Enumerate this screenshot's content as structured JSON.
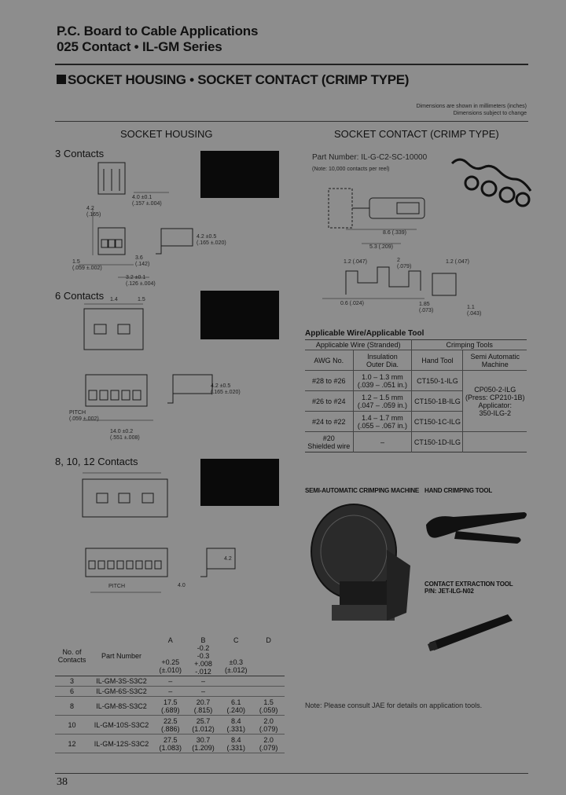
{
  "header": {
    "line1": "P.C. Board to Cable Applications",
    "line2": "025 Contact • IL-GM Series"
  },
  "section_title": "SOCKET HOUSING • SOCKET CONTACT (CRIMP TYPE)",
  "dim_note": {
    "line1": "Dimensions are shown in millimeters (inches)",
    "line2": "Dimensions subject to change"
  },
  "left": {
    "heading": "SOCKET HOUSING",
    "blocks": [
      {
        "label": "3 Contacts"
      },
      {
        "label": "6 Contacts"
      },
      {
        "label": "8, 10, 12 Contacts"
      }
    ],
    "dims3": {
      "a": "4.0 ±0.1",
      "a_in": "(.157 ±.004)",
      "b": "4.2",
      "b_in": "(.165)",
      "c": "4.2 ±0.5",
      "c_in": "(.165 ±.020)",
      "d": "3.6",
      "d_in": "(.142)",
      "pitch": "1.5",
      "pitch_in": "(.059 ±.002)",
      "e": "3.2 ±0.1",
      "e_in": "(.126 ±.004)"
    },
    "dims6": {
      "a": "1.4",
      "b": "1.5",
      "pitch": "PITCH",
      "pitch_val": "(.059 ±.002)",
      "c": "4.2 ±0.5",
      "c_in": "(.165 ±.020)",
      "d": "14.0 ±0.2",
      "d_in": "(.551 ±.008)"
    },
    "dims8": {
      "pitch": "PITCH",
      "a": "4.0",
      "b": "4.2"
    },
    "table": {
      "head_cols": [
        "No. of Contacts",
        "Part Number",
        "A",
        "B",
        "C",
        "D"
      ],
      "sub_a": [
        "+0.25",
        "(±.010)"
      ],
      "sub_b": [
        "-0.2",
        "-0.3",
        "+.008",
        "-.012"
      ],
      "sub_c": [
        "±0.3",
        "(±.012)"
      ],
      "rows": [
        {
          "n": "3",
          "pn": "IL-GM-3S-S3C2",
          "a": "–",
          "a2": "",
          "b": "–",
          "b2": "",
          "c": "",
          "c2": "",
          "d": "",
          "d2": ""
        },
        {
          "n": "6",
          "pn": "IL-GM-6S-S3C2",
          "a": "–",
          "a2": "",
          "b": "–",
          "b2": "",
          "c": "",
          "c2": "",
          "d": "",
          "d2": ""
        },
        {
          "n": "8",
          "pn": "IL-GM-8S-S3C2",
          "a": "17.5",
          "a2": "(.689)",
          "b": "20.7",
          "b2": "(.815)",
          "c": "6.1",
          "c2": "(.240)",
          "d": "1.5",
          "d2": "(.059)"
        },
        {
          "n": "10",
          "pn": "IL-GM-10S-S3C2",
          "a": "22.5",
          "a2": "(.886)",
          "b": "25.7",
          "b2": "(1.012)",
          "c": "8.4",
          "c2": "(.331)",
          "d": "2.0",
          "d2": "(.079)"
        },
        {
          "n": "12",
          "pn": "IL-GM-12S-S3C2",
          "a": "27.5",
          "a2": "(1.083)",
          "b": "30.7",
          "b2": "(1.209)",
          "c": "8.4",
          "c2": "(.331)",
          "d": "2.0",
          "d2": "(.079)"
        }
      ]
    }
  },
  "right": {
    "heading": "SOCKET CONTACT (CRIMP TYPE)",
    "part_number": "Part Number: IL-G-C2-SC-10000",
    "part_note": "(Note: 10,000 contacts per reel)",
    "dims": {
      "a": "8.6 (.339)",
      "b": "5.3 (.209)",
      "c": "2",
      "c_in": "(.079)",
      "d": "1.2 (.047)",
      "e": "1.2 (.047)",
      "f": "0.6 (.024)",
      "g": "1.85",
      "g_in": "(.073)",
      "h": "1.1",
      "h_in": "(.043)"
    },
    "wire_tool": {
      "title": "Applicable Wire/Applicable Tool",
      "head_wire": "Applicable Wire (Stranded)",
      "head_tool": "Crimping Tools",
      "col_awg": "AWG No.",
      "col_ins": [
        "Insulation",
        "Outer Dia."
      ],
      "col_hand": "Hand Tool",
      "col_semi": [
        "Semi Automatic",
        "Machine"
      ],
      "rows": [
        {
          "awg": "#28 to #26",
          "ins": "1.0 – 1.3 mm",
          "ins2": "(.039 – .051 in.)",
          "hand": "CT150-1-ILG"
        },
        {
          "awg": "#26 to #24",
          "ins": "1.2 – 1.5 mm",
          "ins2": "(.047 – .059 in.)",
          "hand": "CT150-1B-ILG"
        },
        {
          "awg": "#24 to #22",
          "ins": "1.4 – 1.7 mm",
          "ins2": "(.055 – .067 in.)",
          "hand": "CT150-1C-ILG"
        },
        {
          "awg": "#20",
          "awg2": "Shielded wire",
          "ins": "–",
          "ins2": "",
          "hand": "CT150-1D-ILG"
        }
      ],
      "semi": [
        "CP050-2-ILG",
        "(Press: CP210-1B)",
        "Applicator:",
        "350-ILG-2"
      ]
    },
    "tools": {
      "semi_caption": "SEMI-AUTOMATIC CRIMPING MACHINE",
      "hand_caption": "HAND CRIMPING TOOL",
      "extract_caption": "CONTACT EXTRACTION TOOL",
      "extract_pn": "P/N: JET-ILG-N02"
    },
    "note": "Note: Please consult JAE for details on application tools."
  },
  "footer": {
    "page": "38"
  }
}
